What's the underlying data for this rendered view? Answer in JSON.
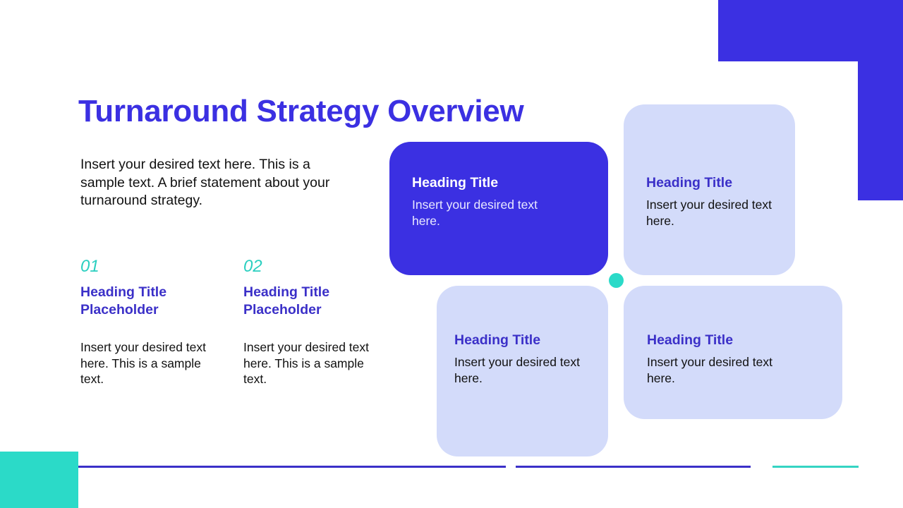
{
  "slide": {
    "title": "Turnaround Strategy Overview",
    "intro": "Insert your desired text here. This is a sample text. A brief statement about your turnaround strategy."
  },
  "columns": [
    {
      "number": "01",
      "heading": "Heading Title Placeholder",
      "body": "Insert your desired text here. This is a sample text."
    },
    {
      "number": "02",
      "heading": "Heading Title Placeholder",
      "body": "Insert your desired text here. This is a sample text."
    }
  ],
  "cards": [
    {
      "heading": "Heading Title",
      "body": "Insert your desired text here.",
      "style": "dark"
    },
    {
      "heading": "Heading Title",
      "body": "Insert your desired text here.",
      "style": "light"
    },
    {
      "heading": "Heading Title",
      "body": "Insert your desired text here.",
      "style": "light"
    },
    {
      "heading": "Heading Title",
      "body": "Insert your desired text here.",
      "style": "light"
    }
  ],
  "colors": {
    "primary": "#3b30e2",
    "accent_teal": "#2bdac8",
    "card_light": "#d3dbfa",
    "text": "#111111"
  }
}
